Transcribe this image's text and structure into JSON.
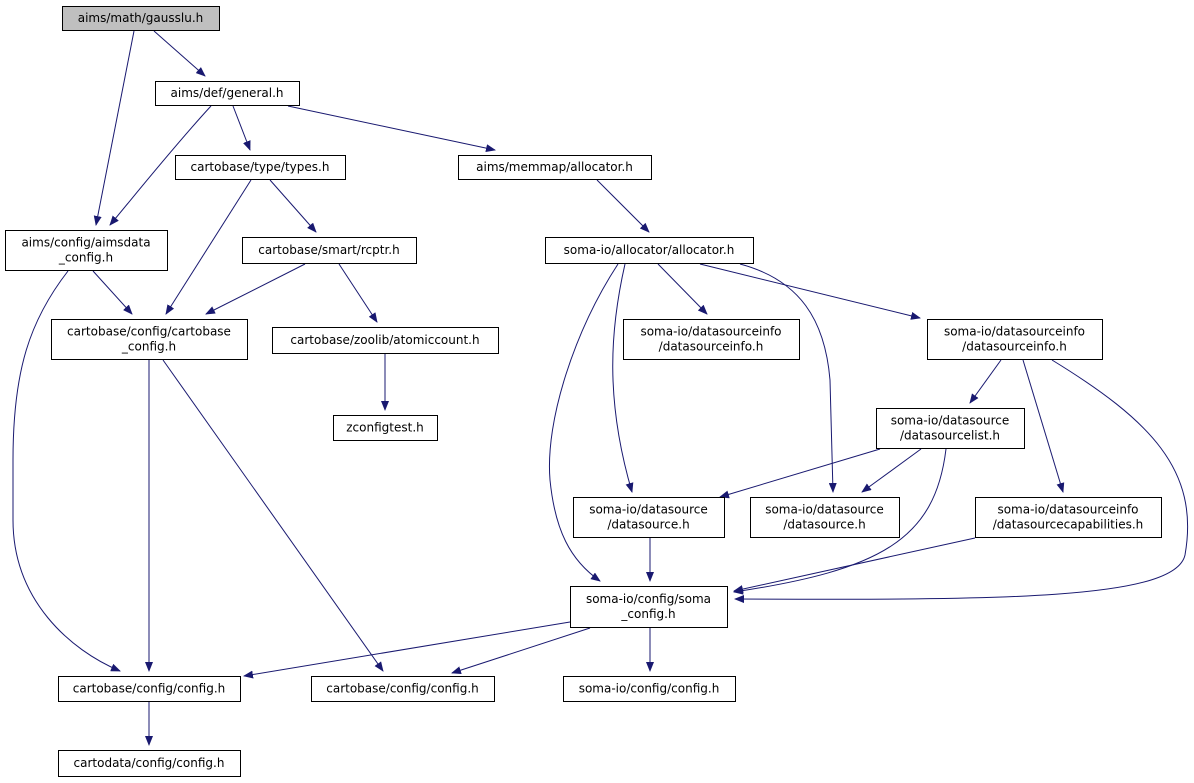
{
  "graph": {
    "nodes": [
      {
        "id": "n0",
        "lines": [
          "aims/math/gausslu.h"
        ],
        "root": true
      },
      {
        "id": "n1",
        "lines": [
          "aims/def/general.h"
        ]
      },
      {
        "id": "n2",
        "lines": [
          "aims/config/aimsdata",
          "_config.h"
        ]
      },
      {
        "id": "n3",
        "lines": [
          "cartobase/type/types.h"
        ]
      },
      {
        "id": "n4",
        "lines": [
          "aims/memmap/allocator.h"
        ]
      },
      {
        "id": "n5",
        "lines": [
          "cartobase/smart/rcptr.h"
        ]
      },
      {
        "id": "n6",
        "lines": [
          "soma-io/allocator/allocator.h"
        ]
      },
      {
        "id": "n7",
        "lines": [
          "cartobase/config/cartobase",
          "_config.h"
        ]
      },
      {
        "id": "n8",
        "lines": [
          "cartobase/zoolib/atomiccount.h"
        ]
      },
      {
        "id": "n9",
        "lines": [
          "soma-io/datasourceinfo",
          "/datasourceinfo.h"
        ]
      },
      {
        "id": "n10",
        "lines": [
          "soma-io/datasourceinfo",
          "/datasourceinfo.h"
        ]
      },
      {
        "id": "n11",
        "lines": [
          "zconfigtest.h"
        ]
      },
      {
        "id": "n12",
        "lines": [
          "soma-io/datasource",
          "/datasourcelist.h"
        ]
      },
      {
        "id": "n13",
        "lines": [
          "soma-io/datasource",
          "/datasource.h"
        ]
      },
      {
        "id": "n14",
        "lines": [
          "soma-io/datasource",
          "/datasource.h"
        ]
      },
      {
        "id": "n15",
        "lines": [
          "soma-io/datasourceinfo",
          "/datasourcecapabilities.h"
        ]
      },
      {
        "id": "n16",
        "lines": [
          "soma-io/config/soma",
          "_config.h"
        ]
      },
      {
        "id": "n17",
        "lines": [
          "cartobase/config/config.h"
        ]
      },
      {
        "id": "n18",
        "lines": [
          "cartobase/config/config.h"
        ]
      },
      {
        "id": "n19",
        "lines": [
          "soma-io/config/config.h"
        ]
      },
      {
        "id": "n20",
        "lines": [
          "cartodata/config/config.h"
        ]
      }
    ],
    "edges": [
      {
        "from": "n0",
        "to": "n1"
      },
      {
        "from": "n0",
        "to": "n2"
      },
      {
        "from": "n1",
        "to": "n2"
      },
      {
        "from": "n1",
        "to": "n3"
      },
      {
        "from": "n1",
        "to": "n4"
      },
      {
        "from": "n2",
        "to": "n7"
      },
      {
        "from": "n2",
        "to": "n17"
      },
      {
        "from": "n3",
        "to": "n5"
      },
      {
        "from": "n3",
        "to": "n7"
      },
      {
        "from": "n4",
        "to": "n6"
      },
      {
        "from": "n5",
        "to": "n7"
      },
      {
        "from": "n5",
        "to": "n8"
      },
      {
        "from": "n6",
        "to": "n9"
      },
      {
        "from": "n6",
        "to": "n10"
      },
      {
        "from": "n6",
        "to": "n13"
      },
      {
        "from": "n6",
        "to": "n14"
      },
      {
        "from": "n6",
        "to": "n16"
      },
      {
        "from": "n7",
        "to": "n17"
      },
      {
        "from": "n7",
        "to": "n18"
      },
      {
        "from": "n8",
        "to": "n11"
      },
      {
        "from": "n10",
        "to": "n12"
      },
      {
        "from": "n10",
        "to": "n15"
      },
      {
        "from": "n10",
        "to": "n16"
      },
      {
        "from": "n12",
        "to": "n13"
      },
      {
        "from": "n12",
        "to": "n14"
      },
      {
        "from": "n12",
        "to": "n16"
      },
      {
        "from": "n13",
        "to": "n16"
      },
      {
        "from": "n15",
        "to": "n16"
      },
      {
        "from": "n16",
        "to": "n17"
      },
      {
        "from": "n16",
        "to": "n18"
      },
      {
        "from": "n16",
        "to": "n19"
      },
      {
        "from": "n17",
        "to": "n20"
      }
    ]
  },
  "colors": {
    "edge": "#191970",
    "root_fill": "#bfbfbf",
    "node_fill": "#ffffff",
    "node_border": "#000000"
  }
}
